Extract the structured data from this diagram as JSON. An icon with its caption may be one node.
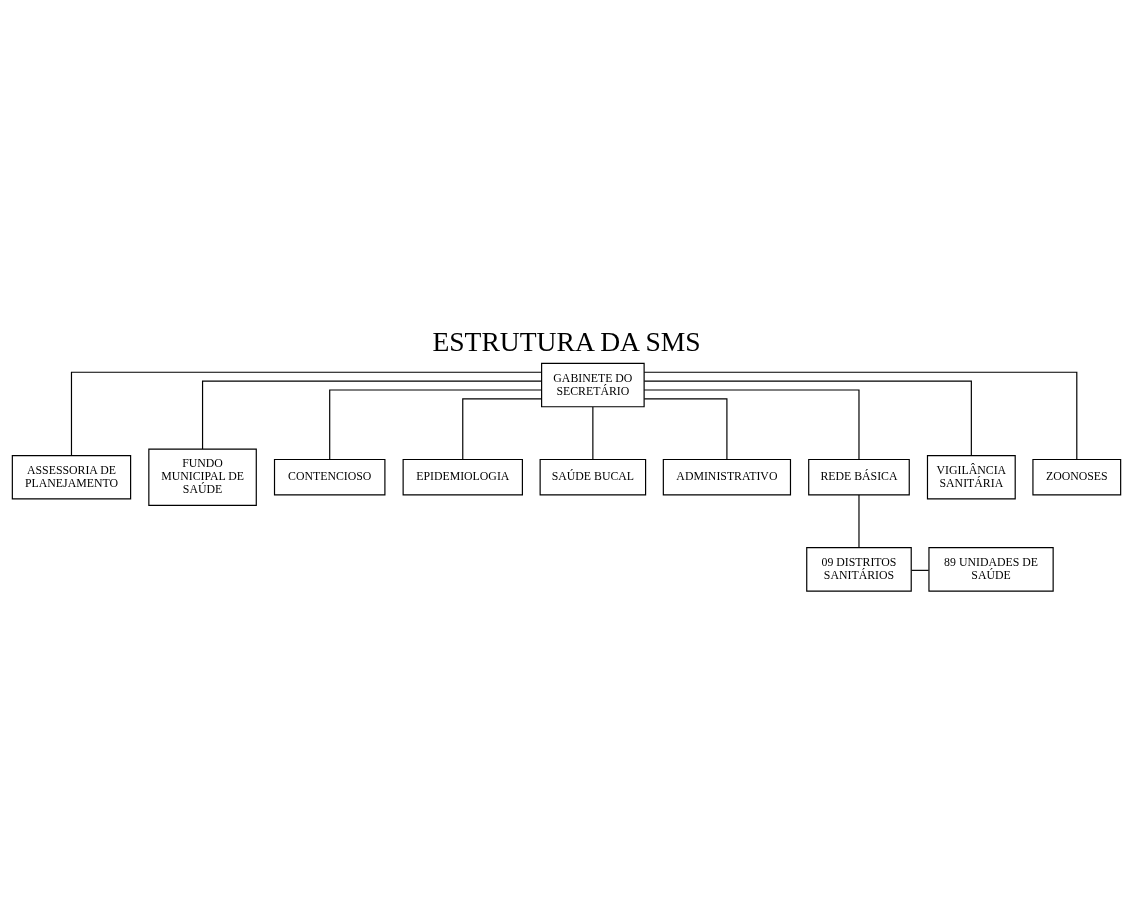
{
  "diagram": {
    "title": "ESTRUTURA DA SMS",
    "nodes": [
      {
        "text": [
          "GABINETE DO SECRETÁRIO"
        ]
      },
      {
        "text": [
          "ASSESSORIA DE PLANEJAMENTO"
        ]
      },
      {
        "text": [
          "FUNDO MUNICIPAL DE SAÚDE"
        ]
      },
      {
        "text": [
          "CONTENCIOSO"
        ]
      },
      {
        "text": [
          "EPIDEMIOLOGIA"
        ]
      },
      {
        "text": [
          "SAÚDE BUCAL"
        ]
      },
      {
        "text": [
          "ADMINISTRATIVO"
        ]
      },
      {
        "text": [
          "REDE BÁSICA"
        ]
      },
      {
        "text": [
          "VIGILÂNCIA SANITÁRIA"
        ]
      },
      {
        "text": [
          "ZOONOSES"
        ]
      },
      {
        "text": [
          "09 DISTRITOS SANITÁRIOS"
        ]
      },
      {
        "text": [
          "89 UNIDADES DE SAÚDE"
        ]
      }
    ],
    "edges": [
      {
        "from": 0,
        "to": 1,
        "arrow": "none"
      },
      {
        "from": 0,
        "to": 2,
        "arrow": "none"
      },
      {
        "from": 0,
        "to": 3,
        "arrow": "none"
      },
      {
        "from": 0,
        "to": 4,
        "arrow": "none"
      },
      {
        "from": 0,
        "to": 5,
        "arrow": "none"
      },
      {
        "from": 0,
        "to": 6,
        "arrow": "none"
      },
      {
        "from": 0,
        "to": 7,
        "arrow": "none"
      },
      {
        "from": 0,
        "to": 8,
        "arrow": "none"
      },
      {
        "from": 0,
        "to": 9,
        "arrow": "none"
      },
      {
        "from": 7,
        "to": 10,
        "arrow": "none"
      },
      {
        "from": 10,
        "to": 11,
        "arrow": "none"
      }
    ]
  }
}
